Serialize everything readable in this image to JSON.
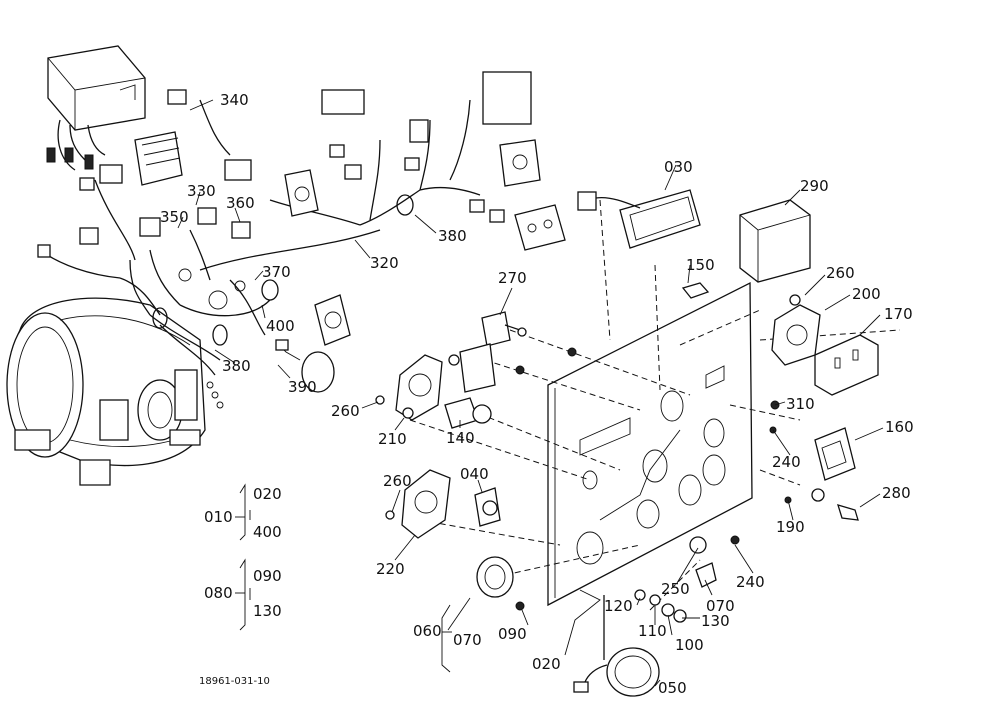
{
  "diagram_id": "18961-031-10",
  "callouts": {
    "c010": "010",
    "c020a": "020",
    "c400": "400",
    "c080": "080",
    "c090a": "090",
    "c130a": "130",
    "c340": "340",
    "c330": "330",
    "c350": "350",
    "c360": "360",
    "c370": "370",
    "c400b": "400",
    "c380a": "380",
    "c380b": "380",
    "c390": "390",
    "c320": "320",
    "c030": "030",
    "c290": "290",
    "c150": "150",
    "c270": "270",
    "c260a": "260",
    "c200": "200",
    "c170": "170",
    "c310": "310",
    "c160": "160",
    "c240a": "240",
    "c280": "280",
    "c190": "190",
    "c260b": "260",
    "c210": "210",
    "c140": "140",
    "c260c": "260",
    "c040": "040",
    "c220": "220",
    "c240b": "240",
    "c250": "250",
    "c070a": "070",
    "c060": "060",
    "c070b": "070",
    "c090b": "090",
    "c120": "120",
    "c110": "110",
    "c100": "100",
    "c130b": "130",
    "c020b": "020",
    "c050": "050"
  }
}
